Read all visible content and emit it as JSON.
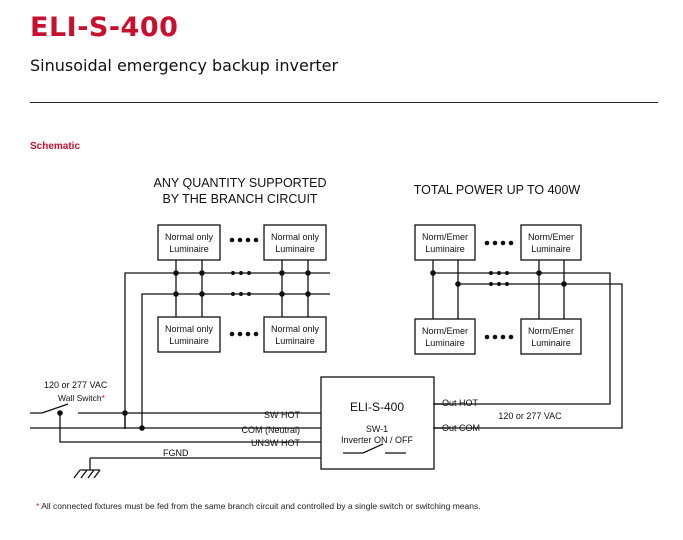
{
  "header": {
    "title": "ELI-S-400",
    "subtitle": "Sinusoidal emergency backup inverter"
  },
  "section": {
    "label": "Schematic"
  },
  "diagram": {
    "left_heading_line1": "ANY QUANTITY SUPPORTED",
    "left_heading_line2": "BY THE BRANCH CIRCUIT",
    "right_heading": "TOTAL POWER UP TO 400W",
    "normal_box_line1": "Normal only",
    "normal_box_line2": "Luminaire",
    "emer_box_line1": "Norm/Emer",
    "emer_box_line2": "Luminaire",
    "supply_voltage": "120 or 277 VAC",
    "wall_switch": "Wall Switch",
    "wall_switch_mark": "*",
    "sw_hot": "SW HOT",
    "com_neutral": "COM (Neutral)",
    "unsw_hot": "UNSW HOT",
    "fgnd": "FGND",
    "inverter_name": "ELI-S-400",
    "sw1_label": "SW-1",
    "inverter_switch_label": "Inverter ON / OFF",
    "out_hot": "Out HOT",
    "out_com": "Out COM",
    "output_voltage": "120 or 277 VAC"
  },
  "footnote": {
    "marker": "*",
    "text": " All connected fixtures must be fed from the same branch circuit and controlled by a single switch or switching means."
  }
}
